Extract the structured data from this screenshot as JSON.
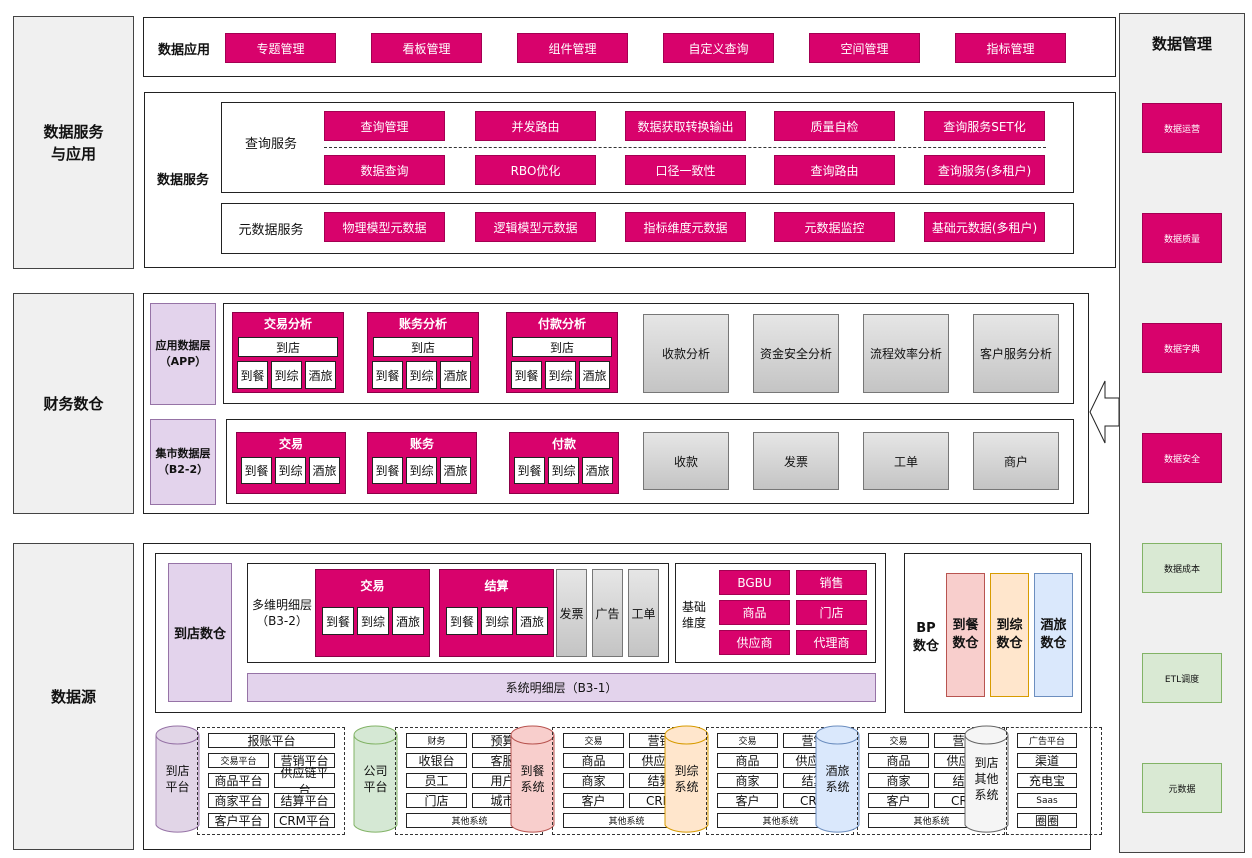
{
  "sections": {
    "top": "数据服务\n与应用",
    "mid": "财务数仓",
    "bot": "数据源"
  },
  "data_app": {
    "label": "数据应用",
    "items": [
      "专题管理",
      "看板管理",
      "组件管理",
      "自定义查询",
      "空间管理",
      "指标管理"
    ]
  },
  "data_service": {
    "label": "数据服务",
    "query_label": "查询服务",
    "query_row1": [
      "查询管理",
      "并发路由",
      "数据获取转换输出",
      "质量自检",
      "查询服务SET化"
    ],
    "query_row2": [
      "数据查询",
      "RBO优化",
      "口径一致性",
      "查询路由",
      "查询服务(多租户)"
    ],
    "meta_label": "元数据服务",
    "meta_items": [
      "物理模型元数据",
      "逻辑模型元数据",
      "指标维度元数据",
      "元数据监控",
      "基础元数据(多租户)"
    ]
  },
  "app_layer": {
    "label": "应用数据层\n（APP）",
    "groups": [
      {
        "title": "交易分析",
        "top": "到店",
        "subs": [
          "到餐",
          "到综",
          "酒旅"
        ]
      },
      {
        "title": "账务分析",
        "top": "到店",
        "subs": [
          "到餐",
          "到综",
          "酒旅"
        ]
      },
      {
        "title": "付款分析",
        "top": "到店",
        "subs": [
          "到餐",
          "到综",
          "酒旅"
        ]
      }
    ],
    "gray": [
      "收款分析",
      "资金安全分析",
      "流程效率分析",
      "客户服务分析"
    ]
  },
  "mart_layer": {
    "label": "集市数据层\n（B2-2）",
    "groups": [
      {
        "title": "交易",
        "subs": [
          "到餐",
          "到综",
          "酒旅"
        ]
      },
      {
        "title": "账务",
        "subs": [
          "到餐",
          "到综",
          "酒旅"
        ]
      },
      {
        "title": "付款",
        "subs": [
          "到餐",
          "到综",
          "酒旅"
        ]
      }
    ],
    "gray": [
      "收款",
      "发票",
      "工单",
      "商户"
    ]
  },
  "store_dw": {
    "label": "到店数仓",
    "detail_label": "多维明细层\n（B3-2）",
    "groups": [
      {
        "title": "交易",
        "subs": [
          "到餐",
          "到综",
          "酒旅"
        ]
      },
      {
        "title": "结算",
        "subs": [
          "到餐",
          "到综",
          "酒旅"
        ]
      }
    ],
    "gray": [
      "发票",
      "广告",
      "工单"
    ],
    "base_label": "基础\n维度",
    "base_items": [
      "BGBU",
      "销售",
      "商品",
      "门店",
      "供应商",
      "代理商"
    ],
    "sys_layer": "系统明细层（B3-1）"
  },
  "bp_dw": {
    "label": "BP\n数仓",
    "items": [
      {
        "text": "到餐\n数仓",
        "color": "#f8cecc",
        "border": "#b85450"
      },
      {
        "text": "到综\n数仓",
        "color": "#ffe6cc",
        "border": "#d79b00"
      },
      {
        "text": "酒旅\n数仓",
        "color": "#dae8fc",
        "border": "#6c8ebf"
      }
    ]
  },
  "sources": [
    {
      "name": "到店\n平台",
      "color": "#e1d5e7",
      "border": "#9673a6",
      "rows": [
        [
          "报账平台"
        ],
        [
          "交易平台",
          "营销平台"
        ],
        [
          "商品平台",
          "供应链平台"
        ],
        [
          "商家平台",
          "结算平台"
        ],
        [
          "客户平台",
          "CRM平台"
        ]
      ]
    },
    {
      "name": "公司\n平台",
      "color": "#d5e8d4",
      "border": "#82b366",
      "rows": [
        [
          "财务",
          "预算"
        ],
        [
          "收银台",
          "客服"
        ],
        [
          "员工",
          "用户"
        ],
        [
          "门店",
          "城市"
        ],
        [
          "其他系统"
        ]
      ]
    },
    {
      "name": "到餐\n系统",
      "color": "#f8cecc",
      "border": "#b85450",
      "rows": [
        [
          "交易",
          "营销"
        ],
        [
          "商品",
          "供应链"
        ],
        [
          "商家",
          "结算"
        ],
        [
          "客户",
          "CRM"
        ],
        [
          "其他系统"
        ]
      ]
    },
    {
      "name": "到综\n系统",
      "color": "#ffe6cc",
      "border": "#d79b00",
      "rows": [
        [
          "交易",
          "营销"
        ],
        [
          "商品",
          "供应链"
        ],
        [
          "商家",
          "结算"
        ],
        [
          "客户",
          "CRM"
        ],
        [
          "其他系统"
        ]
      ]
    },
    {
      "name": "酒旅\n系统",
      "color": "#dae8fc",
      "border": "#6c8ebf",
      "rows": [
        [
          "交易",
          "营销"
        ],
        [
          "商品",
          "供应链"
        ],
        [
          "商家",
          "结算"
        ],
        [
          "客户",
          "CRM"
        ],
        [
          "其他系统"
        ]
      ]
    },
    {
      "name": "到店\n其他\n系统",
      "color": "#f5f5f5",
      "border": "#666666",
      "rows": [
        [
          "广告平台"
        ],
        [
          "渠道"
        ],
        [
          "充电宝"
        ],
        [
          "Saas"
        ],
        [
          "圈圈"
        ]
      ]
    }
  ],
  "data_mgmt": {
    "title": "数据管理",
    "items": [
      {
        "text": "数据运营",
        "style": "magenta"
      },
      {
        "text": "数据质量",
        "style": "magenta"
      },
      {
        "text": "数据字典",
        "style": "magenta"
      },
      {
        "text": "数据安全",
        "style": "magenta"
      },
      {
        "text": "数据成本",
        "style": "green"
      },
      {
        "text": "ETL调度",
        "style": "green"
      },
      {
        "text": "元数据",
        "style": "green"
      }
    ]
  }
}
